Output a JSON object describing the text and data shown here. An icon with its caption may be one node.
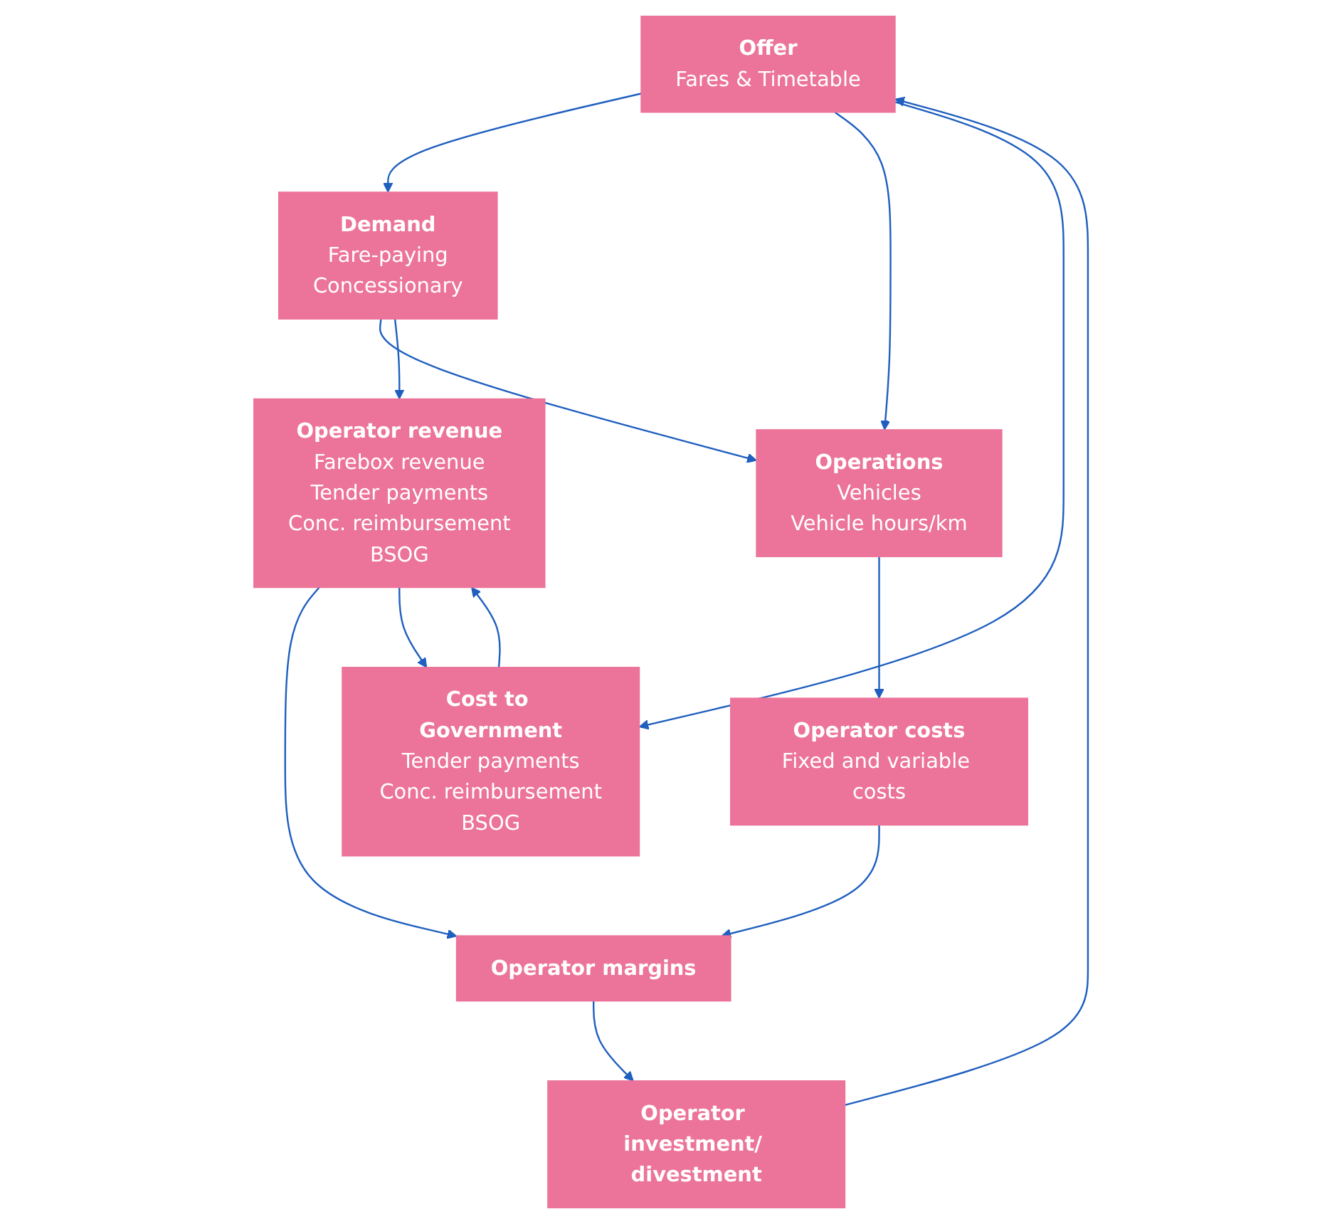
{
  "diagram": {
    "nodes": [
      {
        "text": [
          "Offer",
          "Fares & Timetable"
        ]
      },
      {
        "text": [
          "Demand",
          "Fare-paying",
          "Concessionary"
        ]
      },
      {
        "text": [
          "Operations",
          "Vehicles",
          "Vehicle hours/km"
        ]
      },
      {
        "text": [
          "Operator revenue",
          "Farebox revenue",
          "Tender payments",
          "Conc. reimbursement",
          "BSOG"
        ]
      },
      {
        "text": [
          "Operator costs",
          "Fixed and variable costs"
        ]
      },
      {
        "text": [
          "Operator margins"
        ]
      },
      {
        "text": [
          "Cost to Government",
          "Tender payments",
          "Conc. reimbursement",
          "BSOG"
        ]
      },
      {
        "text": [
          "Operator investment/ divestment"
        ]
      }
    ],
    "edges": [
      {
        "from": 0,
        "to": 1,
        "arrow": "to"
      },
      {
        "from": 0,
        "to": 2,
        "arrow": "to"
      },
      {
        "from": 1,
        "to": 2,
        "arrow": "to"
      },
      {
        "from": 1,
        "to": 3,
        "arrow": "to"
      },
      {
        "from": 2,
        "to": 4,
        "arrow": "to"
      },
      {
        "from": 4,
        "to": 5,
        "arrow": "to"
      },
      {
        "from": 3,
        "to": 5,
        "arrow": "to"
      },
      {
        "from": 5,
        "to": 7,
        "arrow": "to"
      },
      {
        "from": 3,
        "to": 6,
        "arrow": "to"
      },
      {
        "from": 6,
        "to": 3,
        "arrow": "to"
      },
      {
        "from": 7,
        "to": 0,
        "arrow": "to"
      },
      {
        "from": 0,
        "to": 6,
        "arrow": "to"
      }
    ]
  }
}
